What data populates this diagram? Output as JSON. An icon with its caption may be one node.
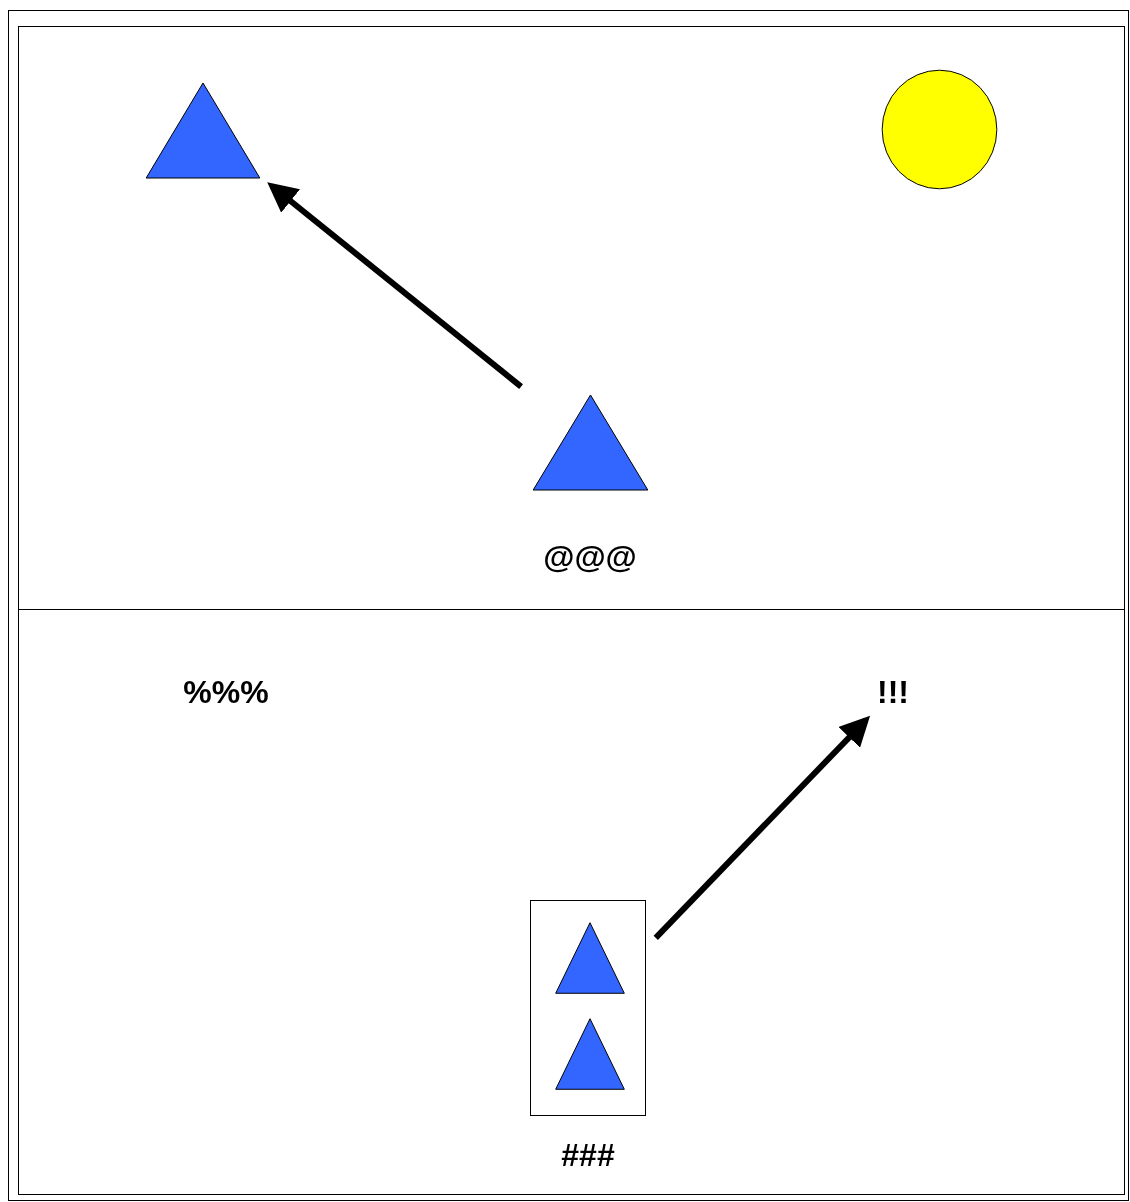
{
  "diagram": {
    "nodes": [
      {
        "text": [],
        "shape": "triangle"
      },
      {
        "text": [],
        "shape": "circle"
      },
      {
        "text": [],
        "shape": "triangle",
        "beside": [
          "@@@"
        ]
      },
      {
        "text": [
          "!!!"
        ]
      },
      {
        "text": [],
        "shape": "box",
        "beside": [
          "###"
        ]
      },
      {
        "text": [],
        "shape": "triangle",
        "in": 4
      },
      {
        "text": [],
        "shape": "triangle",
        "in": 4
      }
    ],
    "edges": [
      {
        "from": 2,
        "to": 0,
        "arrow": "to"
      },
      {
        "from": 4,
        "to": 3,
        "arrow": "to"
      }
    ],
    "labels": [
      "%%%"
    ]
  }
}
